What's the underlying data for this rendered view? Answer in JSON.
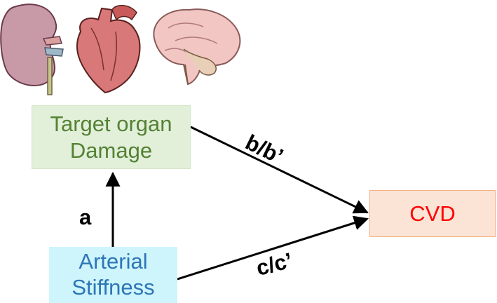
{
  "nodes": {
    "target_organ": {
      "line1": "Target organ",
      "line2": "Damage"
    },
    "arterial": {
      "line1": "Arterial",
      "line2": "Stiffness"
    },
    "cvd": {
      "label": "CVD"
    }
  },
  "edges": {
    "a": "a",
    "b": "b/b’",
    "c": "c/c’"
  },
  "images": [
    "kidney-icon",
    "heart-icon",
    "brain-icon"
  ],
  "colors": {
    "target_organ_fill": "#e2efd9",
    "target_organ_text": "#548235",
    "arterial_fill": "#cdf5fb",
    "arterial_text": "#2e75b6",
    "cvd_fill": "#fbe4d5",
    "cvd_text": "#ff0000"
  }
}
